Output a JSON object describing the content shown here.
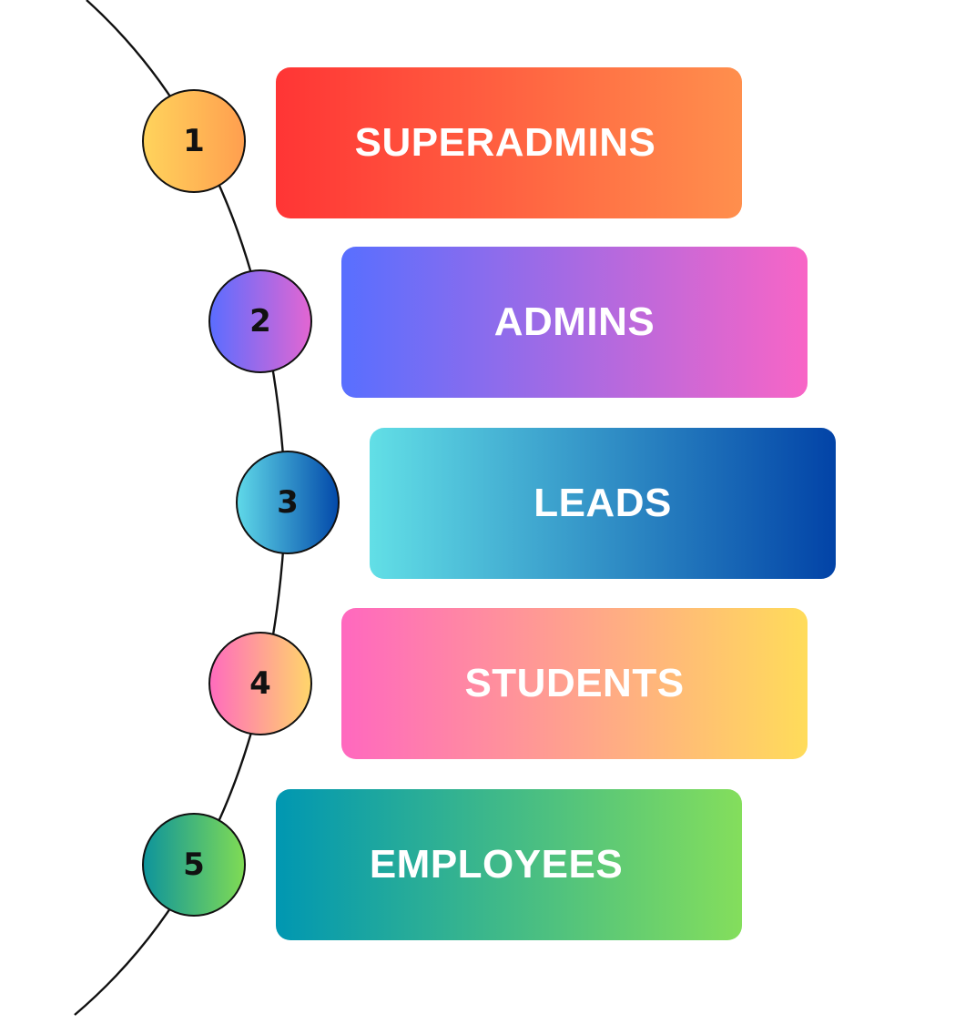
{
  "steps": [
    {
      "number": "1",
      "label": "SUPERADMINS"
    },
    {
      "number": "2",
      "label": "ADMINS"
    },
    {
      "number": "3",
      "label": "LEADS"
    },
    {
      "number": "4",
      "label": "STUDENTS"
    },
    {
      "number": "5",
      "label": "EMPLOYEES"
    }
  ],
  "colors": {
    "line": "#111111",
    "text": "#ffffff"
  }
}
